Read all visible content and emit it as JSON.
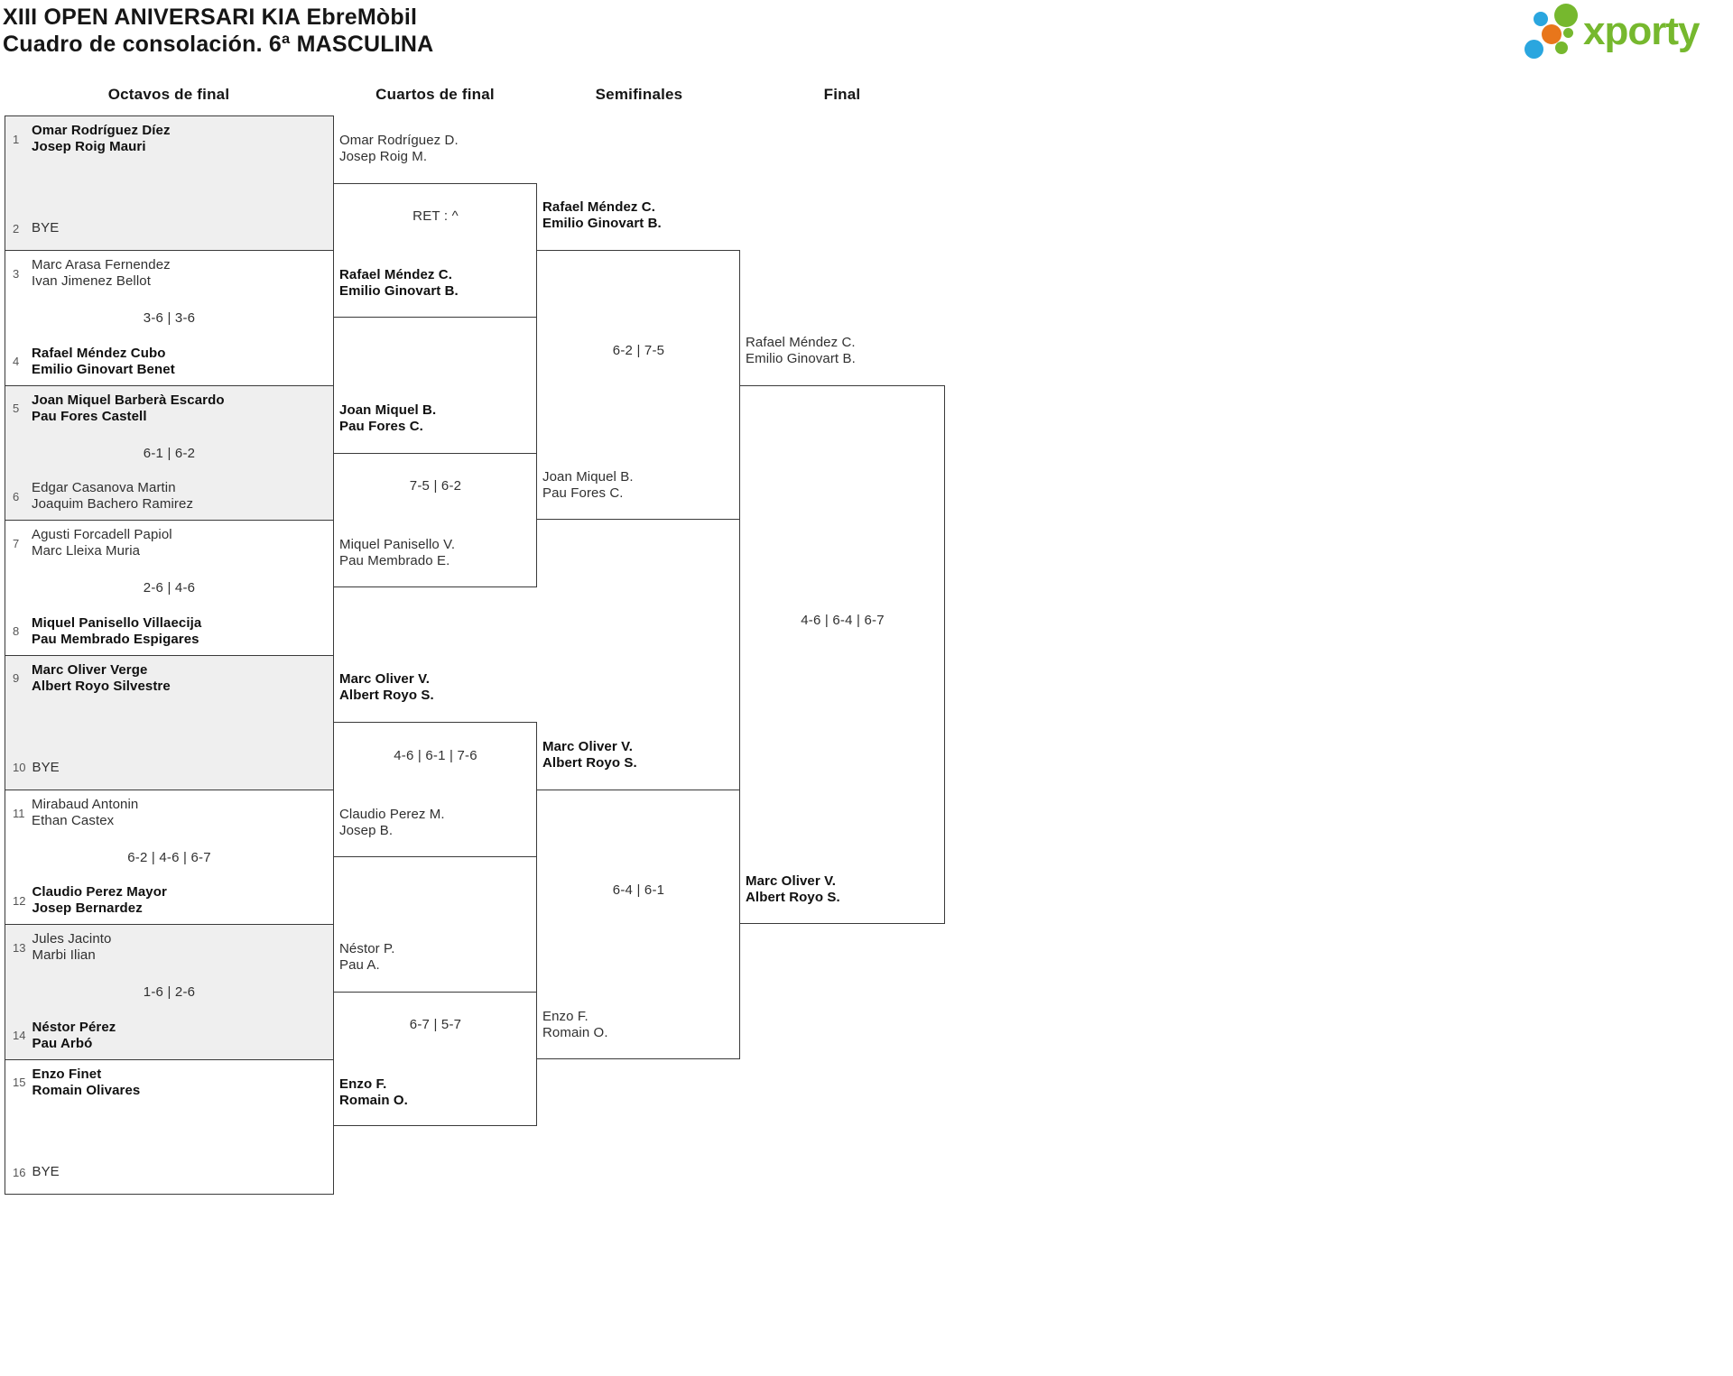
{
  "page": {
    "title": "XIII OPEN ANIVERSARI KIA EbreMòbil",
    "subtitle": "Cuadro de consolación. 6ª MASCULINA"
  },
  "logo": {
    "text": "xporty",
    "colors": {
      "green": "#76b82e",
      "blue": "#2aa6df",
      "orange": "#e8761b"
    }
  },
  "round_headers": {
    "r16": "Octavos de final",
    "qf": "Cuartos de final",
    "sf": "Semifinales",
    "f": "Final"
  },
  "r16": [
    {
      "score": "",
      "top": {
        "seed": "1",
        "line1": "Omar Rodríguez Díez",
        "line2": "Josep Roig Mauri",
        "winner": true
      },
      "bottom": {
        "seed": "2",
        "line1": "BYE"
      }
    },
    {
      "score": "3-6 | 3-6",
      "top": {
        "seed": "3",
        "line1": "Marc Arasa Fernendez",
        "line2": "Ivan Jimenez Bellot"
      },
      "bottom": {
        "seed": "4",
        "line1": "Rafael Méndez Cubo",
        "line2": "Emilio Ginovart Benet",
        "winner": true
      }
    },
    {
      "score": "6-1 | 6-2",
      "top": {
        "seed": "5",
        "line1": "Joan Miquel Barberà Escardo",
        "line2": "Pau Fores Castell",
        "winner": true
      },
      "bottom": {
        "seed": "6",
        "line1": "Edgar Casanova Martin",
        "line2": "Joaquim Bachero Ramirez"
      }
    },
    {
      "score": "2-6 | 4-6",
      "top": {
        "seed": "7",
        "line1": "Agusti Forcadell Papiol",
        "line2": "Marc Lleixa Muria"
      },
      "bottom": {
        "seed": "8",
        "line1": "Miquel Panisello Villaecija",
        "line2": "Pau Membrado Espigares",
        "winner": true
      }
    },
    {
      "score": "",
      "top": {
        "seed": "9",
        "line1": "Marc Oliver Verge",
        "line2": "Albert Royo Silvestre",
        "winner": true
      },
      "bottom": {
        "seed": "10",
        "line1": "BYE"
      }
    },
    {
      "score": "6-2 | 4-6 | 6-7",
      "top": {
        "seed": "11",
        "line1": "Mirabaud Antonin",
        "line2": "Ethan Castex"
      },
      "bottom": {
        "seed": "12",
        "line1": "Claudio Perez Mayor",
        "line2": "Josep Bernardez",
        "winner": true
      }
    },
    {
      "score": "1-6 | 2-6",
      "top": {
        "seed": "13",
        "line1": "Jules Jacinto",
        "line2": "Marbi Ilian"
      },
      "bottom": {
        "seed": "14",
        "line1": "Néstor Pérez",
        "line2": "Pau Arbó",
        "winner": true
      }
    },
    {
      "score": "",
      "top": {
        "seed": "15",
        "line1": "Enzo Finet",
        "line2": "Romain Olivares",
        "winner": true
      },
      "bottom": {
        "seed": "16",
        "line1": "BYE"
      }
    }
  ],
  "qf": [
    {
      "score": "RET : ^",
      "top": {
        "line1": "Omar Rodríguez D.",
        "line2": "Josep Roig M."
      },
      "bottom": {
        "line1": "Rafael Méndez C.",
        "line2": "Emilio Ginovart B.",
        "winner": true
      }
    },
    {
      "score": "7-5 | 6-2",
      "top": {
        "line1": "Joan Miquel B.",
        "line2": "Pau Fores C.",
        "winner": true
      },
      "bottom": {
        "line1": "Miquel Panisello V.",
        "line2": "Pau Membrado E."
      }
    },
    {
      "score": "4-6 | 6-1 | 7-6",
      "top": {
        "line1": "Marc Oliver V.",
        "line2": "Albert Royo S.",
        "winner": true
      },
      "bottom": {
        "line1": "Claudio Perez M.",
        "line2": "Josep B."
      }
    },
    {
      "score": "6-7 | 5-7",
      "top": {
        "line1": "Néstor P.",
        "line2": "Pau A."
      },
      "bottom": {
        "line1": "Enzo F.",
        "line2": "Romain O.",
        "winner": true
      }
    }
  ],
  "sf": [
    {
      "score": "6-2 | 7-5",
      "top": {
        "line1": "Rafael Méndez C.",
        "line2": "Emilio Ginovart B.",
        "winner": true
      },
      "bottom": {
        "line1": "Joan Miquel B.",
        "line2": "Pau Fores C."
      }
    },
    {
      "score": "6-4 | 6-1",
      "top": {
        "line1": "Marc Oliver V.",
        "line2": "Albert Royo S.",
        "winner": true
      },
      "bottom": {
        "line1": "Enzo F.",
        "line2": "Romain O."
      }
    }
  ],
  "final": {
    "score": "4-6 | 6-4 | 6-7",
    "top": {
      "line1": "Rafael Méndez C.",
      "line2": "Emilio Ginovart B."
    },
    "bottom": {
      "line1": "Marc Oliver V.",
      "line2": "Albert Royo S.",
      "winner": true
    }
  }
}
